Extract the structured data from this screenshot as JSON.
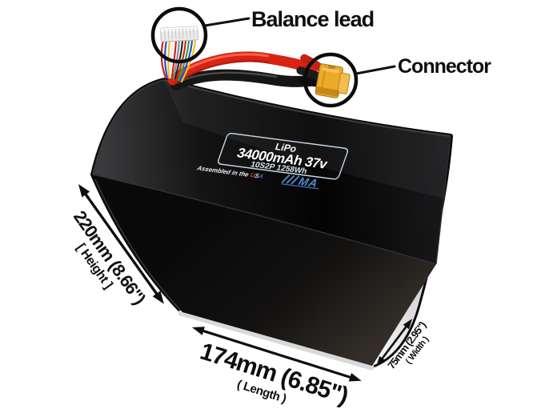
{
  "callouts": {
    "balance_lead": "Balance lead",
    "connector": "Connector"
  },
  "battery_label": {
    "chemistry": "LiPo",
    "capacity_voltage": "34000mAh 37v",
    "config_energy": "10S2P 1258Wh",
    "assembled_prefix": "Assembled in the ",
    "usa": [
      "U",
      "S",
      "A"
    ],
    "brand_logo": "MA"
  },
  "dimensions": {
    "height": {
      "value": "220mm (8.66\")",
      "label": "[ Height ]"
    },
    "length": {
      "value": "174mm (6.85\")",
      "label": "( Length )"
    },
    "width": {
      "value": "75mm (2.95\")",
      "label": "( Width )"
    }
  },
  "colors": {
    "background": "#ffffff",
    "battery_body": "#0a0a0b",
    "annotation_ink": "#0e0e0e",
    "label_border": "#c9dbe8",
    "label_text": "#ffffff",
    "brand_logo_blue": "#4f8fd6",
    "usa_red": "#d93a2b",
    "usa_blue": "#3a62d8",
    "wire_red": "#d92313",
    "wire_black": "#161616",
    "connector_yellow": "#eda928",
    "balance_housing": "#ececec",
    "edge_highlight": "#d9d9d9"
  }
}
